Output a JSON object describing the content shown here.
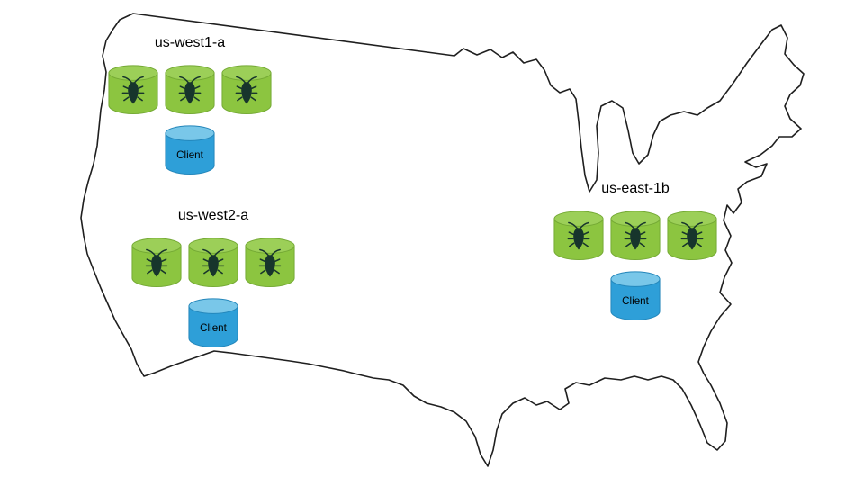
{
  "regions": [
    {
      "label": "us-west1-a",
      "client_label": "Client",
      "node_count": 3
    },
    {
      "label": "us-west2-a",
      "client_label": "Client",
      "node_count": 3
    },
    {
      "label": "us-east-1b",
      "client_label": "Client",
      "node_count": 3
    }
  ],
  "colors": {
    "node_fill": "#8cc540",
    "node_top": "#9ccf58",
    "node_stroke": "#74a934",
    "client_fill": "#2e9fd8",
    "client_top": "#79c7e9",
    "client_stroke": "#2386ba",
    "bug": "#17352c",
    "map_outline": "#1f1f1f",
    "label": "#000000"
  },
  "icons": {
    "node_icon": "cockroach-icon",
    "node_shape": "database-cylinder",
    "client_shape": "database-cylinder"
  }
}
